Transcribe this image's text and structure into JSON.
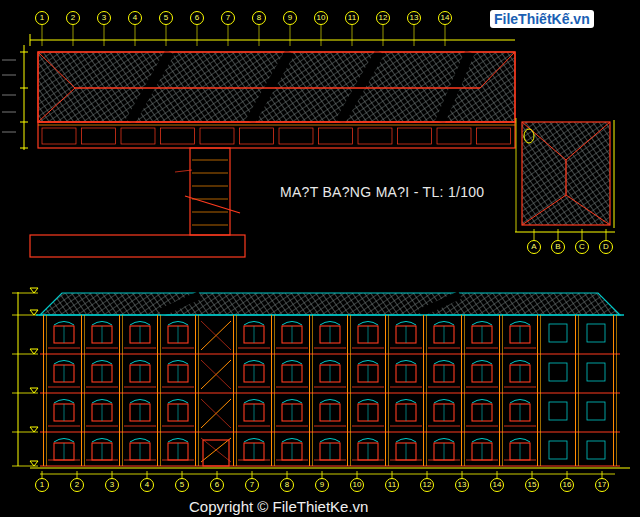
{
  "diagram": {
    "title": "MA?T BA?NG MA?I - TL: 1/100",
    "nodes": [
      {
        "text": [
          "1"
        ]
      },
      {
        "text": [
          "2"
        ]
      },
      {
        "text": [
          "3"
        ]
      },
      {
        "text": [
          "4"
        ]
      },
      {
        "text": [
          "5"
        ]
      },
      {
        "text": [
          "6"
        ]
      },
      {
        "text": [
          "7"
        ]
      },
      {
        "text": [
          "8"
        ]
      },
      {
        "text": [
          "9"
        ]
      },
      {
        "text": [
          "10"
        ]
      },
      {
        "text": [
          "11"
        ]
      },
      {
        "text": [
          "12"
        ]
      },
      {
        "text": [
          "13"
        ]
      },
      {
        "text": [
          "14"
        ]
      },
      {
        "text": [
          "A"
        ]
      },
      {
        "text": [
          "B"
        ]
      },
      {
        "text": [
          "C"
        ]
      },
      {
        "text": [
          "D"
        ]
      },
      {
        "text": [
          "1"
        ]
      },
      {
        "text": [
          "2"
        ]
      },
      {
        "text": [
          "3"
        ]
      },
      {
        "text": [
          "4"
        ]
      },
      {
        "text": [
          "5"
        ]
      },
      {
        "text": [
          "6"
        ]
      },
      {
        "text": [
          "7"
        ]
      },
      {
        "text": [
          "8"
        ]
      },
      {
        "text": [
          "9"
        ]
      },
      {
        "text": [
          "10"
        ]
      },
      {
        "text": [
          "11"
        ]
      },
      {
        "text": [
          "12"
        ]
      },
      {
        "text": [
          "13"
        ]
      },
      {
        "text": [
          "14"
        ]
      },
      {
        "text": [
          "15"
        ]
      },
      {
        "text": [
          "16"
        ]
      },
      {
        "text": [
          "17"
        ]
      }
    ],
    "labels": [
      "FileThiếtKế.vn",
      "Copyright © FileThietKe.vn"
    ]
  }
}
